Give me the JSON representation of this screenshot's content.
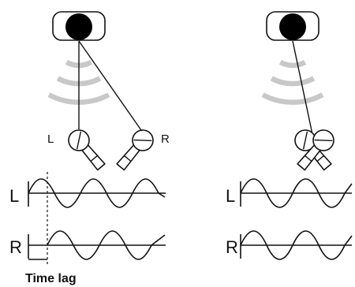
{
  "left_setup": {
    "mic_labels": [
      "L",
      "R"
    ],
    "channel_labels": [
      "L",
      "R"
    ],
    "caption": "Time lag"
  },
  "right_setup": {
    "channel_labels": [
      "L",
      "R"
    ]
  },
  "colors": {
    "ink": "#111111",
    "sound_waves": "#c8c8c8",
    "speaker": "#000000",
    "background": "#ffffff"
  },
  "icons": [
    "speaker-icon",
    "sound-wave-icon",
    "microphone-icon",
    "sine-waveform"
  ]
}
